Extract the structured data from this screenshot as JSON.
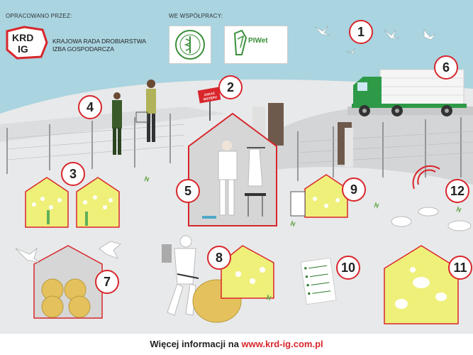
{
  "header": {
    "prepared_by": "OPRACOWANO PRZEZ:",
    "cooperation": "WE WSPÓŁPRACY:",
    "krd_logo_top": "KRD",
    "krd_logo_bottom": "IG",
    "org_line1": "KRAJOWA RADA DROBIARSTWA",
    "org_line2": "IZBA GOSPODARCZA",
    "partner2_name": "PIWet"
  },
  "sign": {
    "line1": "ZAKAZ",
    "line2": "WSTĘPU"
  },
  "numbers": [
    "1",
    "2",
    "3",
    "4",
    "5",
    "6",
    "7",
    "8",
    "9",
    "10",
    "11",
    "12"
  ],
  "checklist_items": [
    "",
    "",
    "",
    ""
  ],
  "footer": {
    "text": "Więcej informacji na ",
    "url": "www.krd-ig.com.pl"
  },
  "colors": {
    "accent_red": "#d8262c",
    "sky": "#a9d4e0",
    "ground": "#e5e6e7",
    "barn_fill": "#eef07a",
    "truck_green": "#2e9a48"
  }
}
